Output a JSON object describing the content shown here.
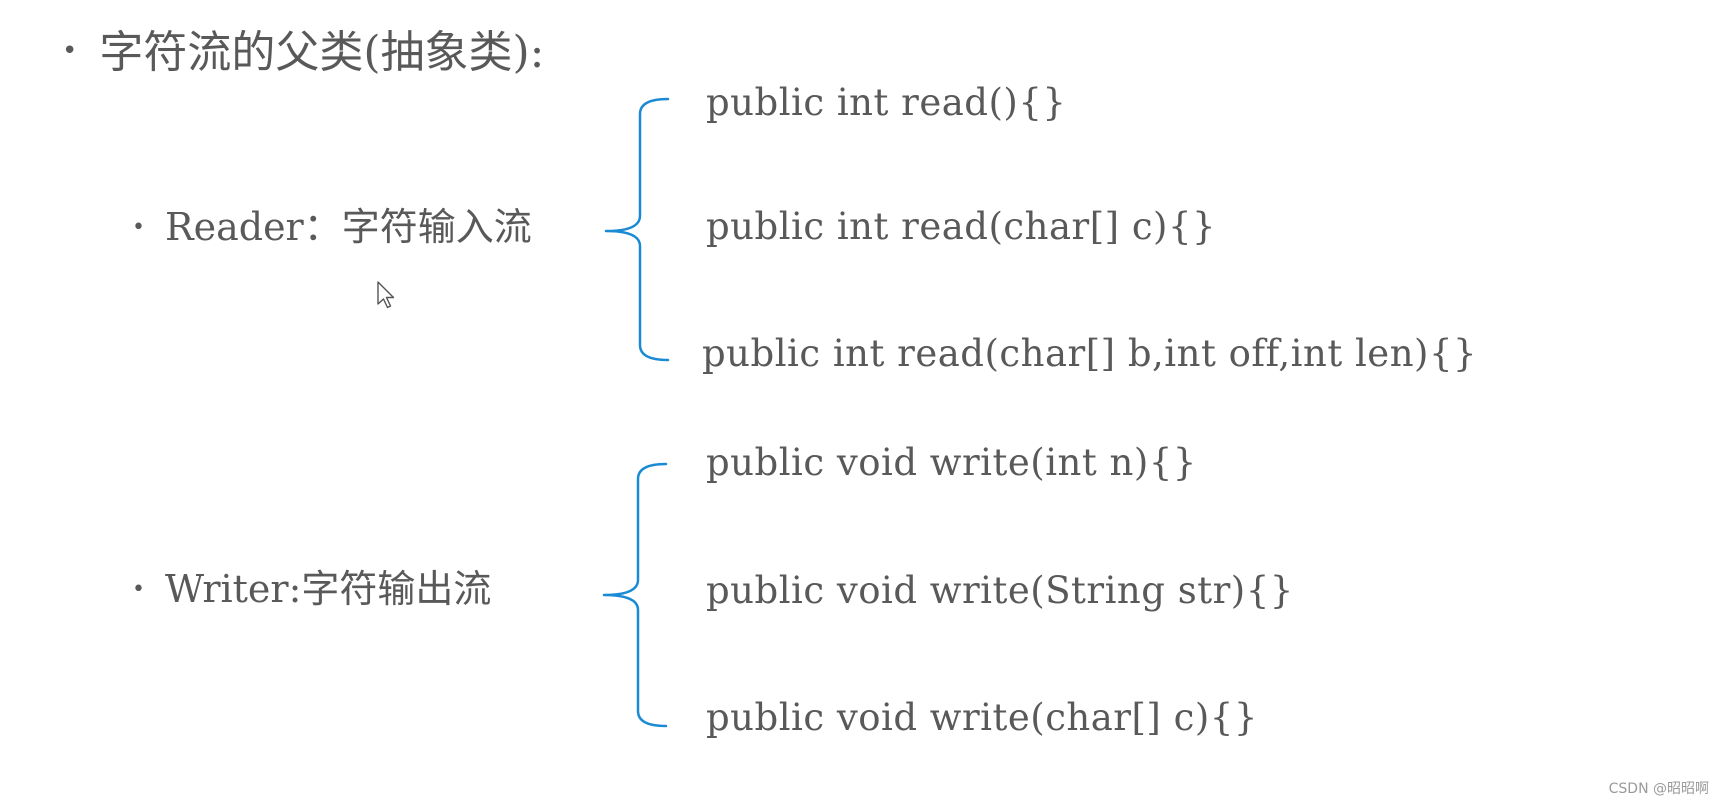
{
  "heading": {
    "bullet": "•",
    "text": "字符流的父类(抽象类):"
  },
  "reader": {
    "bullet": "•",
    "label": "Reader：字符输入流",
    "methods": [
      "public int read(){}",
      "public int read(char[]  c){}",
      "public int read(char[] b,int off,int len){}"
    ]
  },
  "writer": {
    "bullet": "•",
    "label": "Writer:字符输出流",
    "methods": [
      "public void write(int n){}",
      "public void write(String str){}",
      "public void write(char[] c){}"
    ]
  },
  "brace_color": "#1a8ad4",
  "watermark": "CSDN @昭昭啊",
  "icons": {
    "cursor": "mouse-pointer-icon"
  }
}
